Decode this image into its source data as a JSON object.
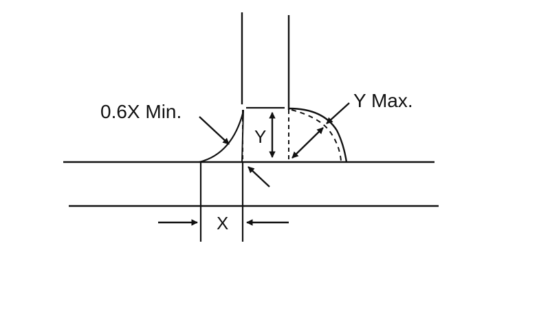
{
  "labels": {
    "x_label": "X",
    "y_label": "Y",
    "min_label": "0.6X Min.",
    "max_label": "Y Max."
  },
  "colors": {
    "line": "#111111",
    "background": "#ffffff"
  }
}
